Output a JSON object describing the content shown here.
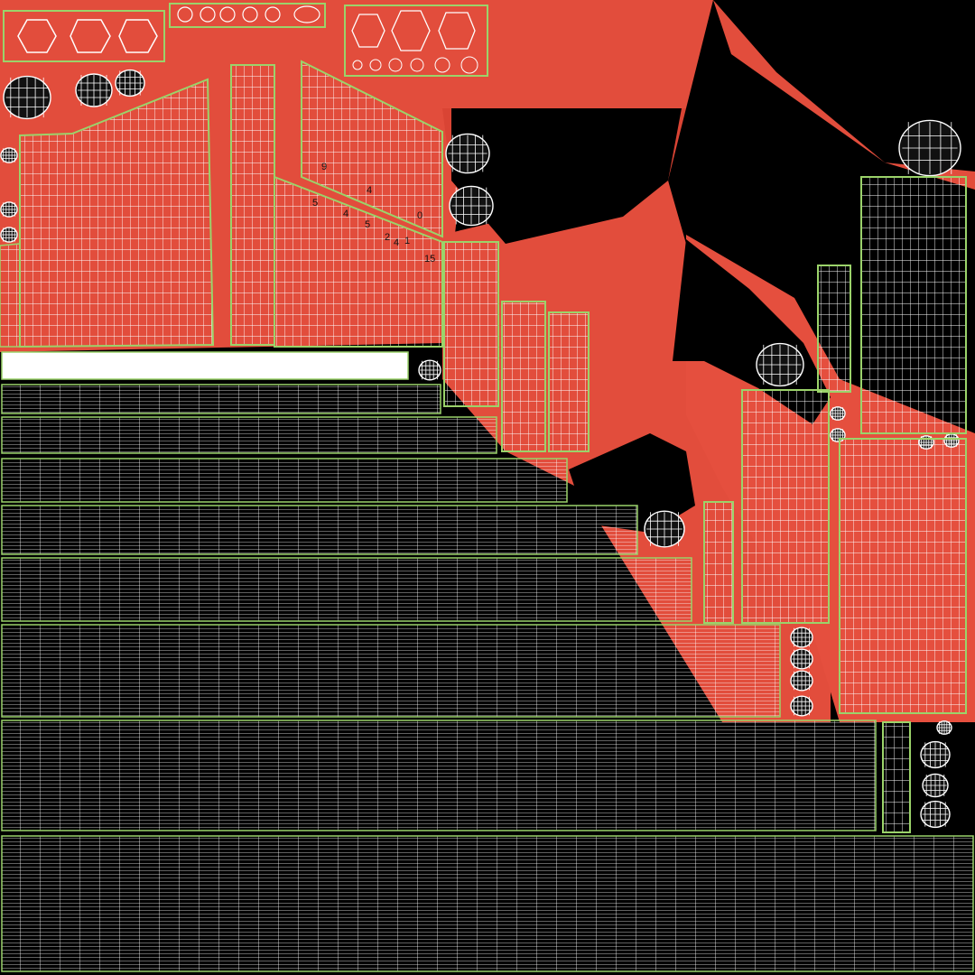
{
  "uv_sheet": {
    "colors": {
      "background": "#000000",
      "texture_red": "#e24d3c",
      "texture_red_dark": "#cf3e30",
      "wire": "#ffffff",
      "seam": "#22cc22",
      "strip_dark": "#2a2a2a"
    },
    "seam_labels": [
      "9",
      "4",
      "5",
      "4",
      "5",
      "2",
      "4",
      "1",
      "15",
      "0"
    ]
  }
}
